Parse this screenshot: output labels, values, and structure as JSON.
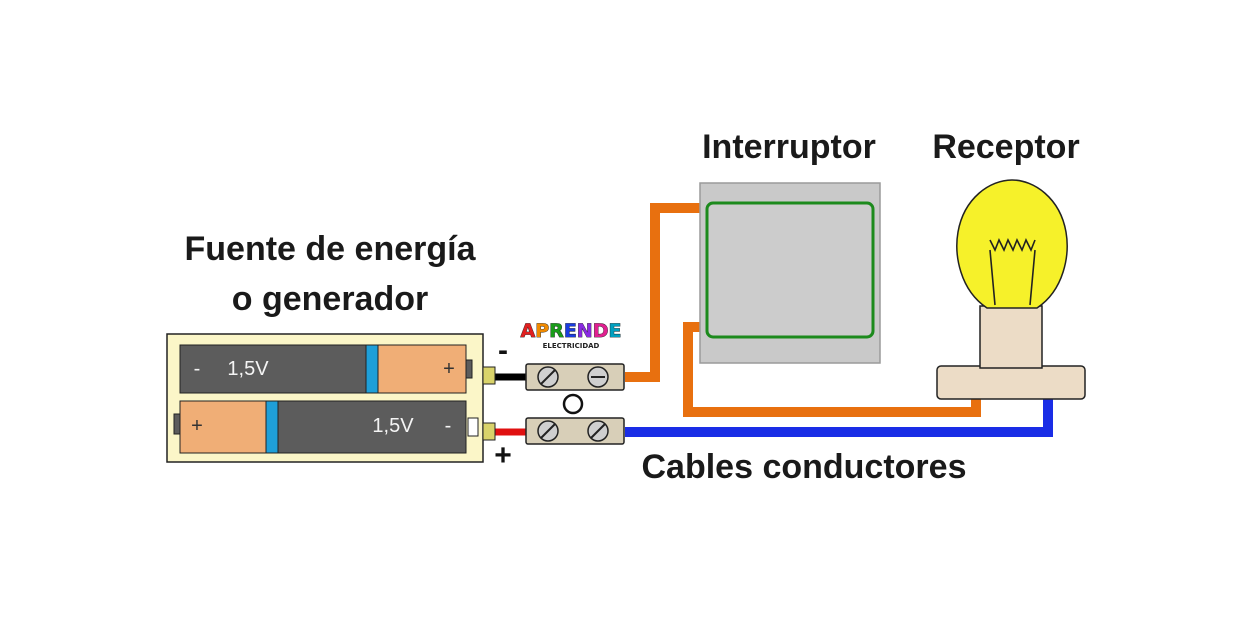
{
  "labels": {
    "source_line1": "Fuente de energía",
    "source_line2": "o generador",
    "switch": "Interruptor",
    "receiver": "Receptor",
    "cables": "Cables conductores"
  },
  "batteries": [
    {
      "voltage": "1,5V",
      "left_sign": "-",
      "right_sign": "+"
    },
    {
      "voltage": "1,5V",
      "left_sign": "+",
      "right_sign": "-"
    }
  ],
  "terminals": {
    "negative": "-",
    "positive": "+"
  },
  "logo": {
    "title": "APRENDE",
    "subtitle": "ELECTRICIDAD"
  },
  "colors": {
    "wire_negative": "#e8700f",
    "wire_positive": "#1a2de6",
    "wire_black": "#000000",
    "wire_red": "#e01010",
    "battery_holder": "#fbf6c8",
    "battery_body": "#5c5c5c",
    "battery_cap": "#f0ae76",
    "battery_band": "#1f9fd8",
    "switch_body": "#c9c9c9",
    "switch_border": "#1c8a1c",
    "bulb_glass": "#f6f12a",
    "bulb_base": "#ecdcc6"
  }
}
